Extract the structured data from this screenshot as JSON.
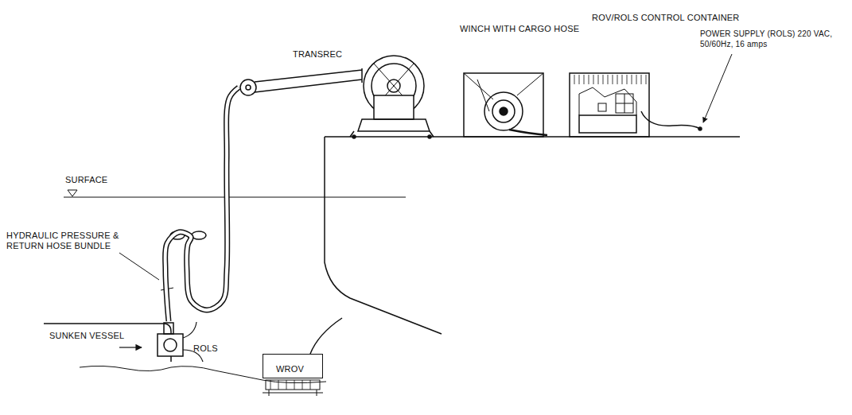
{
  "diagram": {
    "nodes": [
      {
        "text": [
          "TRANSREC"
        ]
      },
      {
        "text": [
          "WINCH WITH CARGO HOSE"
        ]
      },
      {
        "text": [
          "ROV/ROLS CONTROL CONTAINER"
        ]
      },
      {
        "text": [
          "SUNKEN VESSEL"
        ]
      },
      {
        "text": [
          "ROLS"
        ]
      },
      {
        "text": [
          "WROV"
        ]
      }
    ],
    "edges": [
      {
        "from": 0,
        "to": 4,
        "arrow": "none"
      }
    ],
    "labels": [
      "SURFACE",
      "HYDRAULIC PRESSURE & RETURN HOSE BUNDLE",
      "POWER SUPPLY (ROLS) 220 VAC, 50/60Hz, 16 amps"
    ]
  }
}
